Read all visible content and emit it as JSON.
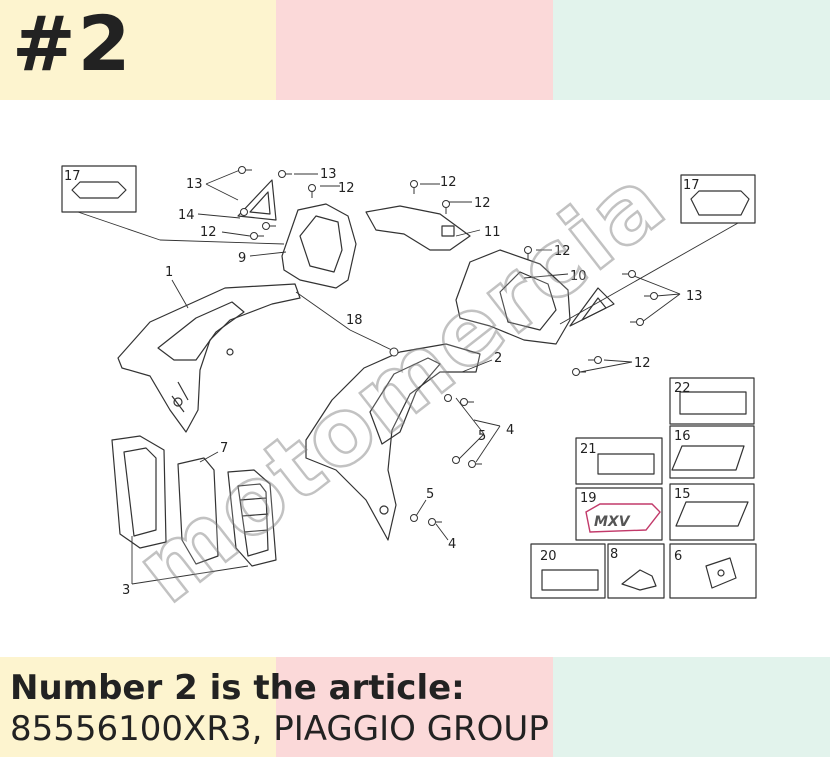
{
  "header": {
    "number": "#2"
  },
  "footer": {
    "line1": "Number 2 is the article:",
    "line2": "85556100XR3, PIAGGIO GROUP"
  },
  "watermark": {
    "text": "motomercia"
  },
  "diagram": {
    "callouts": {
      "c1": "1",
      "c2": "2",
      "c3": "3",
      "c4a": "4",
      "c4b": "4",
      "c5a": "5",
      "c5b": "5",
      "c6": "6",
      "c7": "7",
      "c8": "8",
      "c9": "9",
      "c10": "10",
      "c11": "11",
      "c12a": "12",
      "c12b": "12",
      "c12c": "12",
      "c12d": "12",
      "c12e": "12",
      "c12f": "12",
      "c13a": "13",
      "c13b": "13",
      "c13c": "13",
      "c14": "14",
      "c15": "15",
      "c16": "16",
      "c17a": "17",
      "c17b": "17",
      "c18": "18",
      "c19": "19",
      "c20": "20",
      "c21": "21",
      "c22": "22"
    },
    "decal_logo": "MXV"
  }
}
